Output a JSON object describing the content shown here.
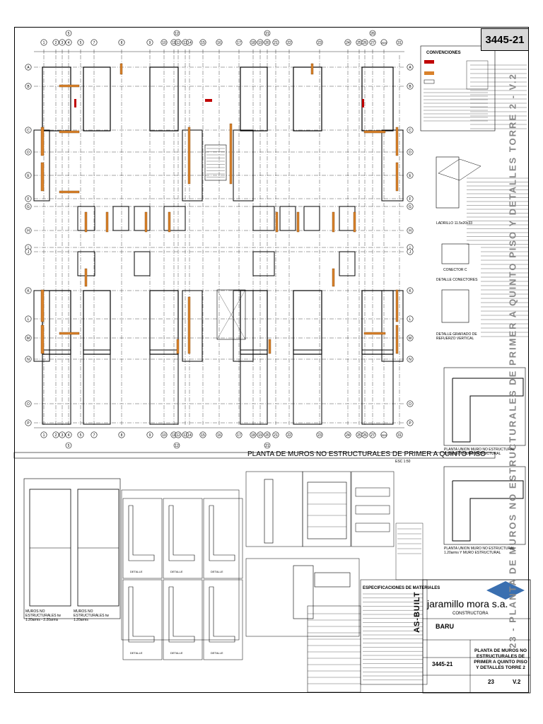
{
  "sheet_number": "3445-21",
  "vertical_title": "23 - PLANTA DE MUROS NO ESTRUCTURALES DE PRIMER A QUINTO PISO Y DETALLES TORRE 2 - V.2",
  "plan": {
    "title": "PLANTA DE MUROS NO ESTRUCTURALES DE PRIMER A QUINTO PISO",
    "grid_cols_top": [
      "1",
      "2",
      "3",
      "4",
      "5",
      "7",
      "8",
      "9",
      "10",
      "11",
      "12",
      "13",
      "14",
      "15",
      "16",
      "17",
      "18",
      "19",
      "20",
      "21",
      "22",
      "23",
      "24",
      "25",
      "26",
      "27",
      "2800",
      "31"
    ],
    "grid_cols_bottom": [
      "1",
      "2",
      "3",
      "4",
      "5",
      "7",
      "8",
      "9",
      "10",
      "11",
      "12",
      "13",
      "14",
      "15",
      "16",
      "17",
      "18",
      "19",
      "20",
      "21",
      "22",
      "23",
      "24",
      "25",
      "26",
      "27",
      "2800",
      "31"
    ],
    "top_markers": [
      "5",
      "12",
      "21",
      "26"
    ],
    "bottom_markers": [
      "5",
      "12",
      "21"
    ],
    "grid_rows": [
      "A",
      "B",
      "C",
      "D",
      "E",
      "F",
      "G",
      "H",
      "I",
      "J",
      "K",
      "L",
      "M",
      "N",
      "O",
      "P"
    ]
  },
  "conventions": {
    "title": "CONVENCIONES"
  },
  "details": {
    "ladrillo": "LADRILLO 11.5x20x33",
    "conector": "CONECTOR C",
    "detalle_conectores": "DETALLE CONECTORES",
    "refuerzo_vertical": "DETALLE GRAFIADO DE REFUERZO VERTICAL",
    "union_1": "PLANTA UNION MURO NO ESTRUCTURAL 1.20arms Y MURO ESTRUCTURAL",
    "union_2": "PLANTA UNION MURO NO ESTRUCTURAL 1.20arms Y MURO ESTRUCTURAL",
    "muros_a": "MUROS NO ESTRUCTURALES tw 1.20arms - 2.20arms",
    "muros_b": "MUROS NO ESTRUCTURALES tw 1.20arms",
    "detalle": "DETALLE",
    "specs_title": "ESPECIFICACIONES DE MATERIALES",
    "as_built": "AS-BUILT"
  },
  "titleblock": {
    "company": "jaramillo mora s.a.",
    "company_sub": "CONSTRUCTORA",
    "project": "BARU",
    "sheet_title": "PLANTA DE MUROS NO ESTRUCTURALES DE PRIMER A QUINTO PISO Y DETALLES TORRE 2",
    "number": "3445-21",
    "plate": "23",
    "version": "V.2"
  }
}
